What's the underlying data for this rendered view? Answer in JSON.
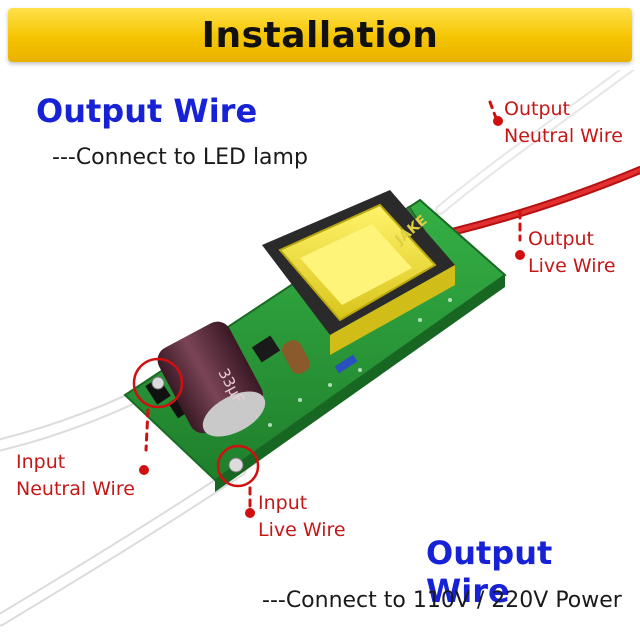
{
  "banner": {
    "title": "Installation"
  },
  "top": {
    "heading": "Output Wire",
    "subtext": "---Connect to LED lamp"
  },
  "bottom": {
    "heading": "Output Wire",
    "subtext": "---Connect to 110V / 220V Power"
  },
  "labels": {
    "output_neutral": {
      "line1": "Output",
      "line2": "Neutral Wire"
    },
    "output_live": {
      "line1": "Output",
      "line2": "Live Wire"
    },
    "input_neutral": {
      "line1": "Input",
      "line2": "Neutral Wire"
    },
    "input_live": {
      "line1": "Input",
      "line2": "Live Wire"
    }
  },
  "board": {
    "capacitor_label": "33μF",
    "brand_text": "JAKE"
  },
  "colors": {
    "heading_blue": "#1722d6",
    "label_red": "#c41818",
    "banner_yellow": "#f5c400",
    "pcb_green": "#2a9b3a",
    "transformer_yellow": "#f0e22a",
    "capacitor_purple": "#5a2c3c"
  }
}
